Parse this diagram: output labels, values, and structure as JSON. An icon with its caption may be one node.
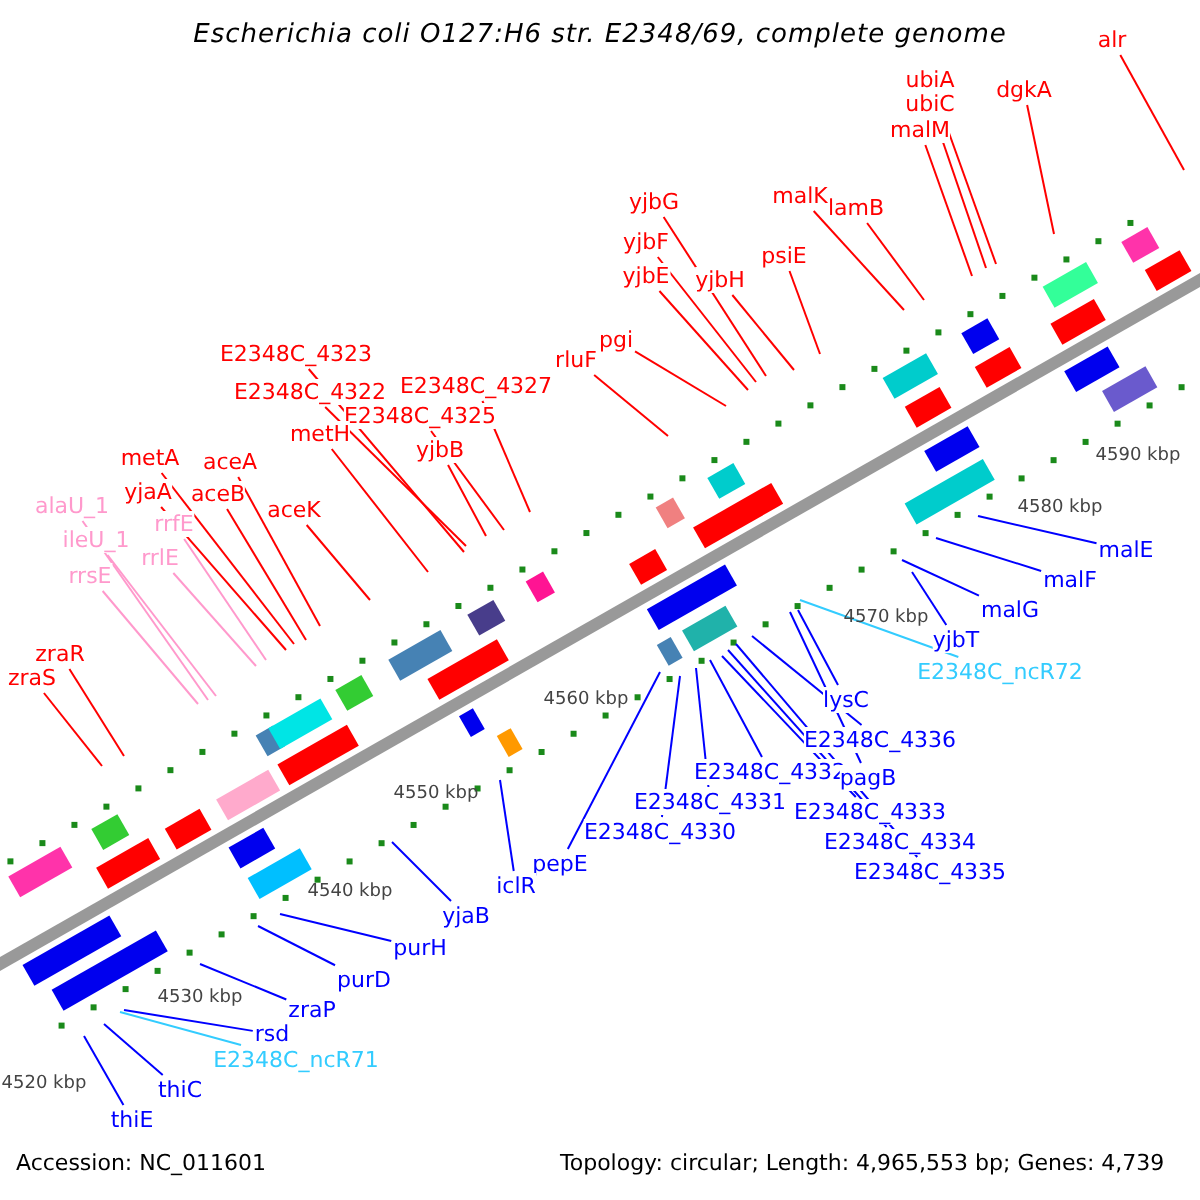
{
  "diagram": {
    "title": "Escherichia coli O127:H6 str. E2348/69, complete genome",
    "nodes": [
      {
        "text": [
          "alr"
        ]
      },
      {
        "text": [
          "ubiA"
        ]
      },
      {
        "text": [
          "dgkA"
        ]
      },
      {
        "text": [
          "ubiC"
        ]
      },
      {
        "text": [
          "malM"
        ]
      },
      {
        "text": [
          "malK"
        ]
      },
      {
        "text": [
          "yjbG"
        ]
      },
      {
        "text": [
          "lamB"
        ]
      },
      {
        "text": [
          "yjbF"
        ]
      },
      {
        "text": [
          "psiE"
        ]
      },
      {
        "text": [
          "yjbE"
        ]
      },
      {
        "text": [
          "yjbH"
        ]
      },
      {
        "text": [
          "pgi"
        ]
      },
      {
        "text": [
          "E2348C_4323"
        ]
      },
      {
        "text": [
          "rluF"
        ]
      },
      {
        "text": [
          "E2348C_4327"
        ]
      },
      {
        "text": [
          "E2348C_4322"
        ]
      },
      {
        "text": [
          "E2348C_4325"
        ]
      },
      {
        "text": [
          "metH"
        ]
      },
      {
        "text": [
          "yjbB"
        ]
      },
      {
        "text": [
          "metA"
        ]
      },
      {
        "text": [
          "aceA"
        ]
      },
      {
        "text": [
          "yjaA"
        ]
      },
      {
        "text": [
          "aceB"
        ]
      },
      {
        "text": [
          "alaU_1"
        ]
      },
      {
        "text": [
          "aceK"
        ]
      },
      {
        "text": [
          "rrfE"
        ]
      },
      {
        "text": [
          "ileU_1"
        ]
      },
      {
        "text": [
          "malE"
        ]
      },
      {
        "text": [
          "rrlE"
        ]
      },
      {
        "text": [
          "rrsE"
        ]
      },
      {
        "text": [
          "malF"
        ]
      },
      {
        "text": [
          "malG"
        ]
      },
      {
        "text": [
          "yjbT"
        ]
      },
      {
        "text": [
          "zraR"
        ]
      },
      {
        "text": [
          "E2348C_ncR72"
        ]
      },
      {
        "text": [
          "zraS"
        ]
      },
      {
        "text": [
          "lysC"
        ]
      },
      {
        "text": [
          "E2348C_4336"
        ]
      },
      {
        "text": [
          "E2348C_4332"
        ]
      },
      {
        "text": [
          "pagB"
        ]
      },
      {
        "text": [
          "E2348C_4331"
        ]
      },
      {
        "text": [
          "E2348C_4333"
        ]
      },
      {
        "text": [
          "E2348C_4330"
        ]
      },
      {
        "text": [
          "E2348C_4334"
        ]
      },
      {
        "text": [
          "pepE"
        ]
      },
      {
        "text": [
          "E2348C_4335"
        ]
      },
      {
        "text": [
          "iclR"
        ]
      },
      {
        "text": [
          "yjaB"
        ]
      },
      {
        "text": [
          "purH"
        ]
      },
      {
        "text": [
          "purD"
        ]
      },
      {
        "text": [
          "zraP"
        ]
      },
      {
        "text": [
          "rsd"
        ]
      },
      {
        "text": [
          "E2348C_ncR71"
        ]
      },
      {
        "text": [
          "thiC"
        ]
      },
      {
        "text": [
          "thiE"
        ]
      }
    ],
    "edges": [
      {
        "from": 0,
        "to": null,
        "arrow": "none"
      },
      {
        "from": 1,
        "to": null,
        "arrow": "none"
      },
      {
        "from": 2,
        "to": null,
        "arrow": "none"
      },
      {
        "from": 3,
        "to": null,
        "arrow": "none"
      },
      {
        "from": 4,
        "to": null,
        "arrow": "none"
      },
      {
        "from": 5,
        "to": null,
        "arrow": "none"
      },
      {
        "from": 6,
        "to": null,
        "arrow": "none"
      },
      {
        "from": 7,
        "to": null,
        "arrow": "none"
      },
      {
        "from": 8,
        "to": null,
        "arrow": "none"
      },
      {
        "from": 9,
        "to": null,
        "arrow": "none"
      },
      {
        "from": 10,
        "to": null,
        "arrow": "none"
      },
      {
        "from": 11,
        "to": null,
        "arrow": "none"
      },
      {
        "from": 12,
        "to": null,
        "arrow": "none"
      },
      {
        "from": 13,
        "to": null,
        "arrow": "none"
      },
      {
        "from": 14,
        "to": null,
        "arrow": "none"
      },
      {
        "from": 15,
        "to": null,
        "arrow": "none"
      },
      {
        "from": 16,
        "to": null,
        "arrow": "none"
      },
      {
        "from": 17,
        "to": null,
        "arrow": "none"
      },
      {
        "from": 18,
        "to": null,
        "arrow": "none"
      },
      {
        "from": 19,
        "to": null,
        "arrow": "none"
      },
      {
        "from": 20,
        "to": null,
        "arrow": "none"
      },
      {
        "from": 21,
        "to": null,
        "arrow": "none"
      },
      {
        "from": 22,
        "to": null,
        "arrow": "none"
      },
      {
        "from": 23,
        "to": null,
        "arrow": "none"
      },
      {
        "from": 24,
        "to": null,
        "arrow": "none",
        "color": "#ff99cc"
      },
      {
        "from": 25,
        "to": null,
        "arrow": "none"
      },
      {
        "from": 26,
        "to": null,
        "arrow": "none",
        "color": "#ff99cc"
      },
      {
        "from": 27,
        "to": null,
        "arrow": "none",
        "color": "#ff99cc"
      },
      {
        "from": 28,
        "to": null,
        "arrow": "none",
        "color": "#0000ff"
      },
      {
        "from": 29,
        "to": null,
        "arrow": "none",
        "color": "#ff99cc"
      },
      {
        "from": 30,
        "to": null,
        "arrow": "none",
        "color": "#ff99cc"
      },
      {
        "from": 31,
        "to": null,
        "arrow": "none",
        "color": "#0000ff"
      },
      {
        "from": 32,
        "to": null,
        "arrow": "none",
        "color": "#0000ff"
      },
      {
        "from": 33,
        "to": null,
        "arrow": "none",
        "color": "#0000ff"
      },
      {
        "from": 34,
        "to": null,
        "arrow": "none"
      },
      {
        "from": 35,
        "to": null,
        "arrow": "none",
        "color": "#33ccff"
      },
      {
        "from": 36,
        "to": null,
        "arrow": "none"
      },
      {
        "from": 37,
        "to": null,
        "arrow": "none",
        "color": "#0000ff"
      },
      {
        "from": 38,
        "to": null,
        "arrow": "none",
        "color": "#0000ff"
      },
      {
        "from": 39,
        "to": null,
        "arrow": "none",
        "color": "#0000ff"
      },
      {
        "from": 40,
        "to": null,
        "arrow": "none",
        "color": "#0000ff"
      },
      {
        "from": 41,
        "to": null,
        "arrow": "none",
        "color": "#0000ff"
      },
      {
        "from": 42,
        "to": null,
        "arrow": "none",
        "color": "#0000ff"
      },
      {
        "from": 43,
        "to": null,
        "arrow": "none",
        "color": "#0000ff"
      },
      {
        "from": 44,
        "to": null,
        "arrow": "none",
        "color": "#0000ff"
      },
      {
        "from": 45,
        "to": null,
        "arrow": "none",
        "color": "#0000ff"
      },
      {
        "from": 46,
        "to": null,
        "arrow": "none",
        "color": "#0000ff"
      },
      {
        "from": 47,
        "to": null,
        "arrow": "none",
        "color": "#0000ff"
      },
      {
        "from": 48,
        "to": null,
        "arrow": "none",
        "color": "#0000ff"
      },
      {
        "from": 49,
        "to": null,
        "arrow": "none",
        "color": "#0000ff"
      },
      {
        "from": 50,
        "to": null,
        "arrow": "none",
        "color": "#0000ff"
      },
      {
        "from": 51,
        "to": null,
        "arrow": "none",
        "color": "#0000ff"
      },
      {
        "from": 52,
        "to": null,
        "arrow": "none",
        "color": "#0000ff"
      },
      {
        "from": 53,
        "to": null,
        "arrow": "none",
        "color": "#33ccff"
      },
      {
        "from": 54,
        "to": null,
        "arrow": "none",
        "color": "#0000ff"
      },
      {
        "from": 55,
        "to": null,
        "arrow": "none",
        "color": "#0000ff"
      }
    ],
    "labels": [
      "4590 kbp",
      "4580 kbp",
      "4570 kbp",
      "4560 kbp",
      "4550 kbp",
      "4540 kbp",
      "4530 kbp",
      "4520 kbp",
      "Accession: NC_011601",
      "Topology: circular; Length: 4,965,553 bp; Genes: 4,739"
    ]
  }
}
